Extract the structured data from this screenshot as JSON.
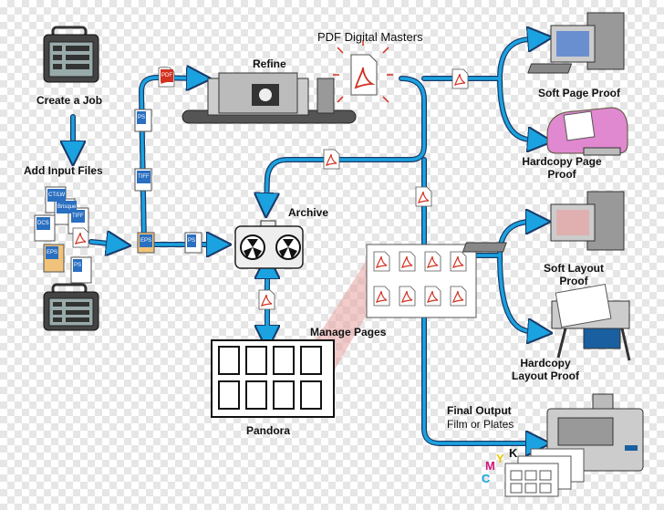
{
  "labels": {
    "create_job": "Create a Job",
    "add_input": "Add Input Files",
    "refine": "Refine",
    "pdf_masters": "PDF Digital Masters",
    "archive": "Archive",
    "manage_pages": "Manage Pages",
    "pandora": "Pandora",
    "soft_page_proof": "Soft Page Proof",
    "hardcopy_page_proof_1": "Hardcopy Page",
    "hardcopy_page_proof_2": "Proof",
    "soft_layout_proof_1": "Soft Layout",
    "soft_layout_proof_2": "Proof",
    "hardcopy_layout_proof_1": "Hardcopy",
    "hardcopy_layout_proof_2": "Layout Proof",
    "final_output": "Final Output",
    "film_plates": "Film or Plates"
  },
  "file_tags": {
    "ct_lw": "CT/LW",
    "brisque": "Brisque",
    "tiff": "TIFF",
    "dcs": "DCS",
    "eps": "EPS",
    "ps": "PS",
    "pdf": "PDF"
  },
  "cmyk": [
    "C",
    "M",
    "Y",
    "K"
  ],
  "colors": {
    "flow_arrow": "#1aa3e0",
    "flow_outline": "#1a3a6a",
    "pdf_red": "#d23020",
    "manage_fan": "#e8a0a0"
  }
}
